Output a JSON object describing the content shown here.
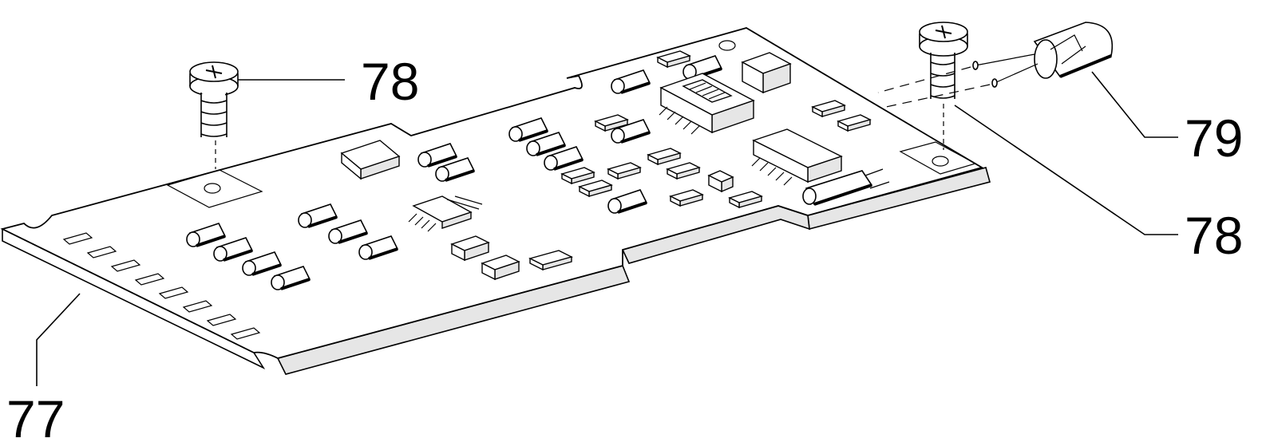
{
  "callouts": {
    "board": "77",
    "screw_left": "78",
    "screw_right": "78",
    "lamp": "79"
  },
  "colors": {
    "ink": "#000000",
    "board_side": "#e6e6e6",
    "chip_side": "#e6e6e6",
    "background": "#ffffff"
  },
  "icons": [
    "screw-icon",
    "lamp-icon",
    "circuit-board-icon"
  ]
}
